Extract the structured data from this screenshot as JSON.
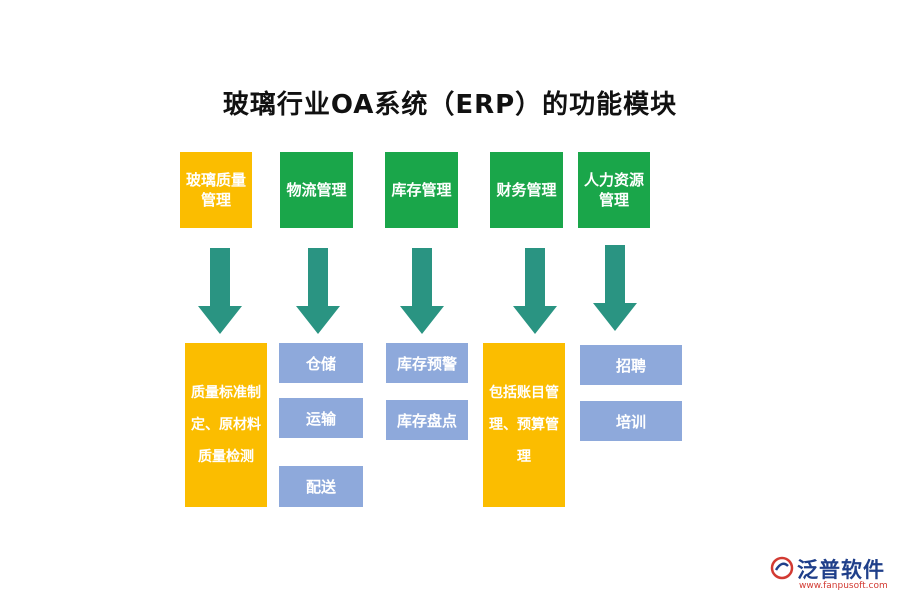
{
  "title": "玻璃行业OA系统（ERP）的功能模块",
  "colors": {
    "green": "#1aa64a",
    "yellow": "#fbbd00",
    "blue": "#8ea9db",
    "arrow": "#2a9482"
  },
  "modules": [
    {
      "label": "玻璃质量管理",
      "color": "yellow",
      "details": [
        "质量标准制定、原材料质量检测"
      ]
    },
    {
      "label": "物流管理",
      "color": "green",
      "details": [
        "仓储",
        "运输",
        "配送"
      ]
    },
    {
      "label": "库存管理",
      "color": "green",
      "details": [
        "库存预警",
        "库存盘点"
      ]
    },
    {
      "label": "财务管理",
      "color": "green",
      "details": [
        "包括账目管理、预算管理"
      ]
    },
    {
      "label": "人力资源管理",
      "color": "green",
      "details": [
        "招聘",
        "培训"
      ]
    }
  ],
  "logo": {
    "name": "泛普软件",
    "url": "www.fanpusoft.com",
    "icon": "fanpu-logo-icon"
  }
}
